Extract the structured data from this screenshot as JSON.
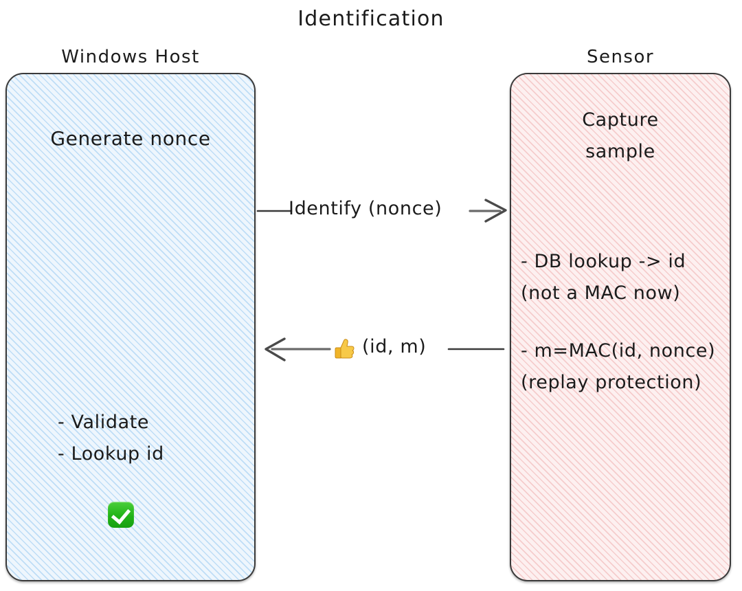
{
  "title": "Identification",
  "colors": {
    "host_fill": "#eef6fd",
    "host_hatch": "#96c8f0",
    "sensor_fill": "#fdf0f0",
    "sensor_hatch": "#eca0a0",
    "border": "#3a3a3a",
    "text": "#1b1b1b",
    "arrow": "#555555",
    "check_green": "#21b317",
    "thumb_yellow": "#f4bf3f"
  },
  "lanes": [
    {
      "id": "windows-host",
      "title": "Windows Host",
      "notes": [
        {
          "id": "generate-nonce",
          "text": "Generate nonce"
        },
        {
          "id": "validate-lookup",
          "text": "- Validate\n- Lookup id"
        }
      ],
      "emoji": {
        "name": "white-check-mark",
        "glyph": "✅"
      }
    },
    {
      "id": "sensor",
      "title": "Sensor",
      "notes": [
        {
          "id": "capture-sample",
          "text": "Capture\nsample"
        },
        {
          "id": "db-lookup",
          "text": "- DB lookup -> id\n(not a MAC now)"
        },
        {
          "id": "mac",
          "text": "- m=MAC(id, nonce)\n(replay protection)"
        }
      ]
    }
  ],
  "messages": [
    {
      "id": "identify-nonce",
      "label": "Identify (nonce)",
      "direction": "right",
      "from": "windows-host",
      "to": "sensor"
    },
    {
      "id": "id-m",
      "label": "(id, m)",
      "direction": "left",
      "from": "sensor",
      "to": "windows-host",
      "emoji": {
        "name": "thumbs-up",
        "glyph": "👍"
      }
    }
  ]
}
